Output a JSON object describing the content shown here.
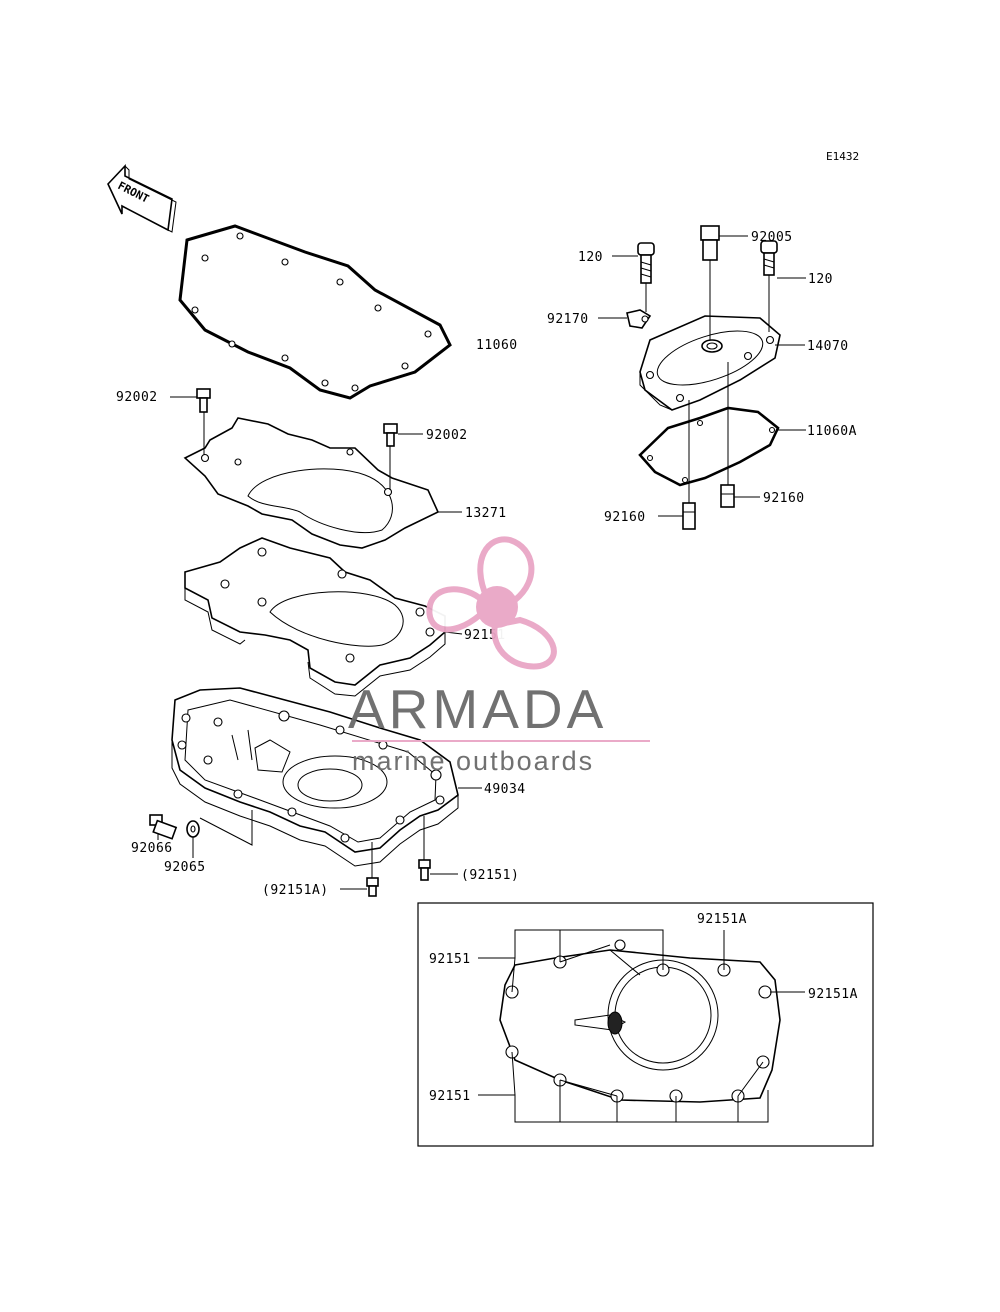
{
  "diagram": {
    "code": "E1432",
    "front_label": "FRONT",
    "labels": {
      "p11060": "11060",
      "p92002a": "92002",
      "p92002b": "92002",
      "p13271": "13271",
      "p92151": "92151",
      "p49034": "49034",
      "p92066": "92066",
      "p92065": "92065",
      "p92151A_paren": "(92151A)",
      "p92151_paren": "(92151)",
      "p120a": "120",
      "p92005": "92005",
      "p120b": "120",
      "p92170": "92170",
      "p14070": "14070",
      "p11060A": "11060A",
      "p92160a": "92160",
      "p92160b": "92160"
    },
    "inset": {
      "top_label": "92151A",
      "right_label": "92151A",
      "left_top_label": "92151",
      "left_bottom_label": "92151"
    }
  },
  "watermark": {
    "brand": "ARMADA",
    "tagline": "marine outboards",
    "logo": "propeller-icon",
    "colors": {
      "pink": "#e9a6c6",
      "pink_dark": "#dc7fae",
      "gray": "#6a6a6a"
    }
  }
}
